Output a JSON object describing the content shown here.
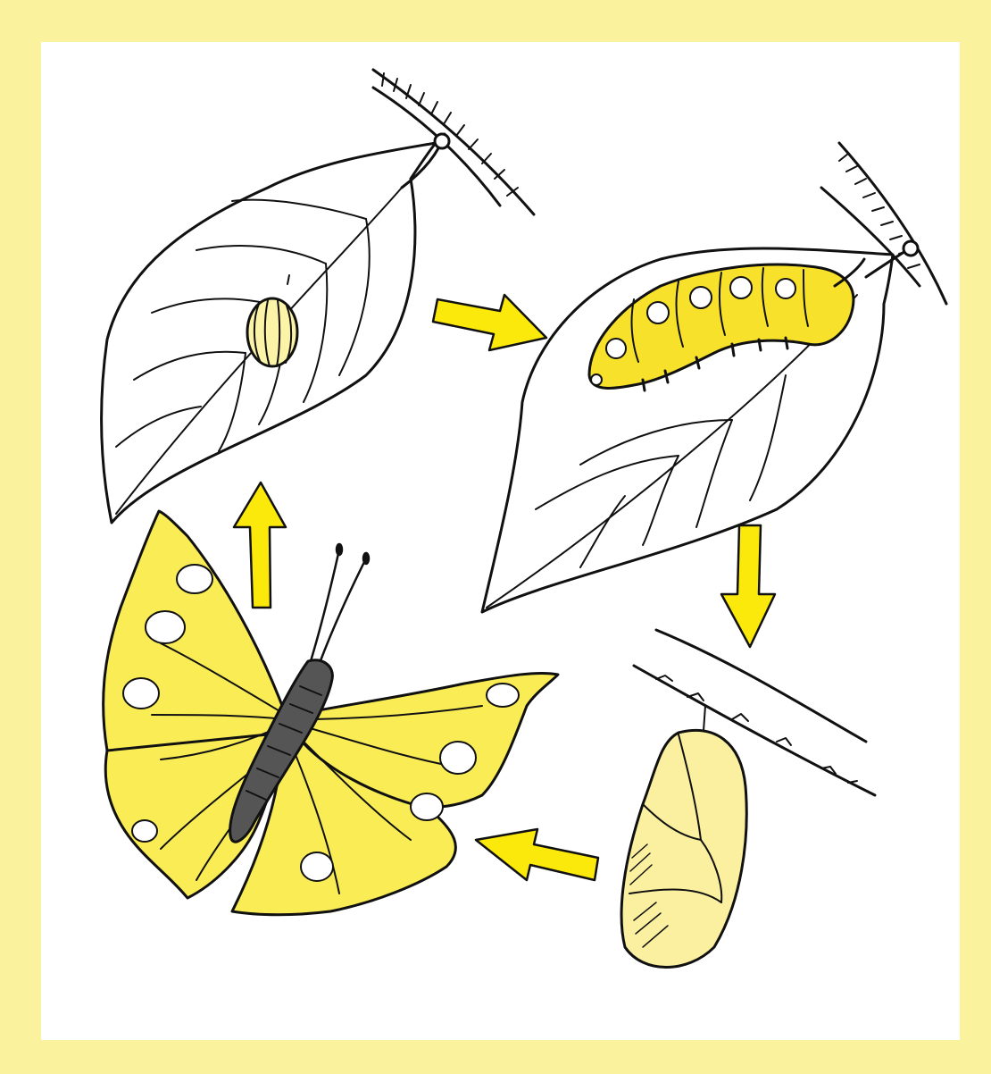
{
  "diagram": {
    "stages": [
      "egg",
      "caterpillar",
      "chrysalis",
      "butterfly"
    ],
    "cycle_arrows": [
      {
        "from": "egg",
        "to": "caterpillar"
      },
      {
        "from": "caterpillar",
        "to": "chrysalis"
      },
      {
        "from": "chrysalis",
        "to": "butterfly"
      },
      {
        "from": "butterfly",
        "to": "egg"
      }
    ],
    "colors": {
      "frame": "#fbf29d",
      "panel": "#ffffff",
      "arrow": "#fbe90b",
      "butterfly_wing": "#f9ec55",
      "butterfly_body": "#555555",
      "caterpillar": "#f7e12a",
      "egg": "#fbf4a8",
      "chrysalis": "#fbf0a0",
      "line": "#111111"
    }
  }
}
